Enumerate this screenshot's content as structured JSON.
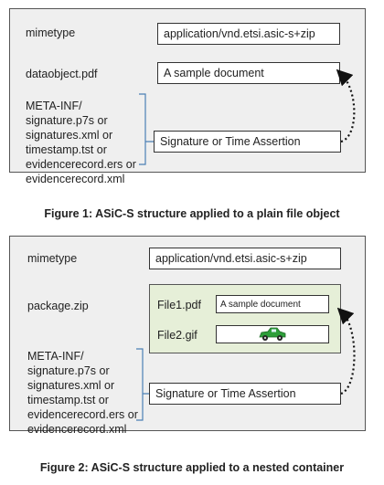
{
  "figure1": {
    "mimetype_label": "mimetype",
    "mimetype_value": "application/vnd.etsi.asic-s+zip",
    "dataobject_label": "dataobject.pdf",
    "dataobject_value": "A sample document",
    "meta_lines": [
      "META-INF/",
      "signature.p7s or",
      "signatures.xml or",
      "timestamp.tst or",
      "evidencerecord.ers or",
      "evidencerecord.xml"
    ],
    "signature_box": "Signature or Time Assertion",
    "caption": "Figure 1: ASiC-S structure applied to a plain file object"
  },
  "figure2": {
    "mimetype_label": "mimetype",
    "mimetype_value": "application/vnd.etsi.asic-s+zip",
    "package_label": "package.zip",
    "file1_label": "File1.pdf",
    "file1_value": "A sample document",
    "file2_label": "File2.gif",
    "meta_lines": [
      "META-INF/",
      "signature.p7s or",
      "signatures.xml or",
      "timestamp.tst or",
      "evidencerecord.ers or",
      "evidencerecord.xml"
    ],
    "signature_box": "Signature or Time Assertion",
    "caption": "Figure 2: ASiC-S structure applied to a nested container"
  },
  "colors": {
    "panel": "#efefef",
    "nested": "#e6efd8",
    "car": "#2e9e3a"
  }
}
